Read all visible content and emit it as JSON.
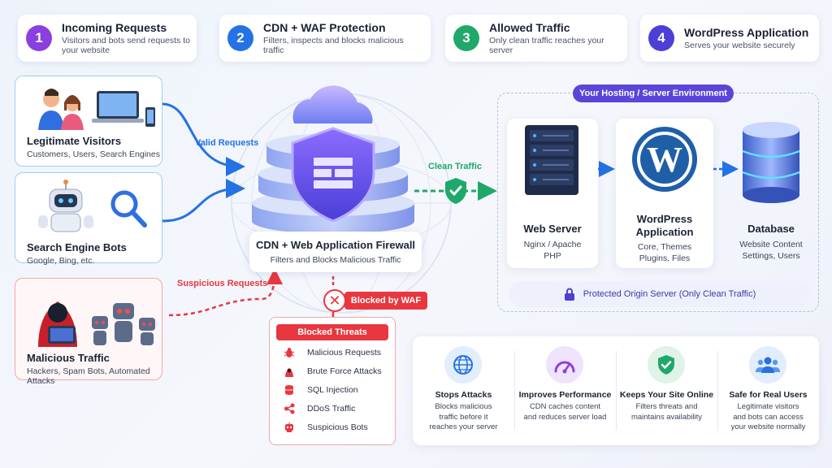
{
  "steps": [
    {
      "num": "1",
      "title": "Incoming Requests",
      "sub": "Visitors and bots send requests to your website",
      "color": "#8b3fe0"
    },
    {
      "num": "2",
      "title": "CDN + WAF Protection",
      "sub": "Filters, inspects and blocks malicious traffic",
      "color": "#2472e4"
    },
    {
      "num": "3",
      "title": "Allowed Traffic",
      "sub": "Only clean traffic reaches your server",
      "color": "#1fa86a"
    },
    {
      "num": "4",
      "title": "WordPress Application",
      "sub": "Serves your website securely",
      "color": "#4b3fd6"
    }
  ],
  "sources": [
    {
      "title": "Legitimate Visitors",
      "sub": "Customers, Users, Search Engines"
    },
    {
      "title": "Search Engine Bots",
      "sub": "Google, Bing, etc."
    },
    {
      "title": "Malicious Traffic",
      "sub": "Hackers, Spam Bots, Automated Attacks"
    }
  ],
  "flow": {
    "valid": "Valid Requests",
    "suspicious": "Suspicious Requests",
    "clean": "Clean Traffic",
    "blocked": "Blocked by WAF"
  },
  "cdn": {
    "title": "CDN + Web Application Firewall",
    "sub": "Filters and Blocks Malicious Traffic"
  },
  "threats": {
    "title": "Blocked Threats",
    "items": [
      {
        "label": "Malicious Requests",
        "icon": "bug-icon"
      },
      {
        "label": "Brute Force Attacks",
        "icon": "hacker-icon"
      },
      {
        "label": "SQL Injection",
        "icon": "database-icon"
      },
      {
        "label": "DDoS Traffic",
        "icon": "share-network-icon"
      },
      {
        "label": "Suspicious Bots",
        "icon": "robot-icon"
      }
    ]
  },
  "env": {
    "title": "Your Hosting / Server Environment",
    "protected": "Protected Origin Server (Only Clean Traffic)",
    "web": {
      "title": "Web Server",
      "l1": "Nginx / Apache",
      "l2": "PHP"
    },
    "wp": {
      "title1": "WordPress",
      "title2": "Application",
      "l1": "Core, Themes",
      "l2": "Plugins, Files"
    },
    "db": {
      "title": "Database",
      "l1": "Website Content",
      "l2": "Settings, Users"
    }
  },
  "benefits": [
    {
      "title": "Stops Attacks",
      "l1": "Blocks malicious",
      "l2": "traffic before it",
      "l3": "reaches your server",
      "icon": "globe-icon",
      "color": "#2472e4"
    },
    {
      "title": "Improves Performance",
      "l1": "CDN caches content",
      "l2": "and reduces server load",
      "l3": "",
      "icon": "gauge-icon",
      "color": "#8b3fe0"
    },
    {
      "title": "Keeps Your Site Online",
      "l1": "Filters threats and",
      "l2": "maintains availability",
      "l3": "",
      "icon": "shield-check-icon",
      "color": "#1fa86a"
    },
    {
      "title": "Safe for Real Users",
      "l1": "Legitimate visitors",
      "l2": "and bots can access",
      "l3": "your website normally",
      "icon": "users-icon",
      "color": "#2472e4"
    }
  ]
}
